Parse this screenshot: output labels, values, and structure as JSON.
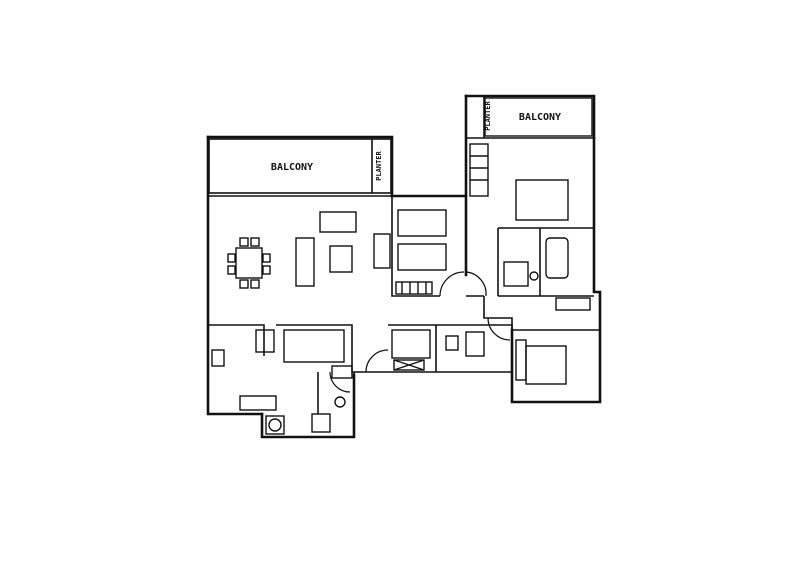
{
  "floorplan": {
    "labels": {
      "balcony_main": "BALCONY",
      "planter_main": "PLANTER",
      "balcony_master": "BALCONY",
      "planter_master": "PLANTER"
    },
    "colors": {
      "wall": "#111111",
      "background": "#ffffff"
    }
  }
}
